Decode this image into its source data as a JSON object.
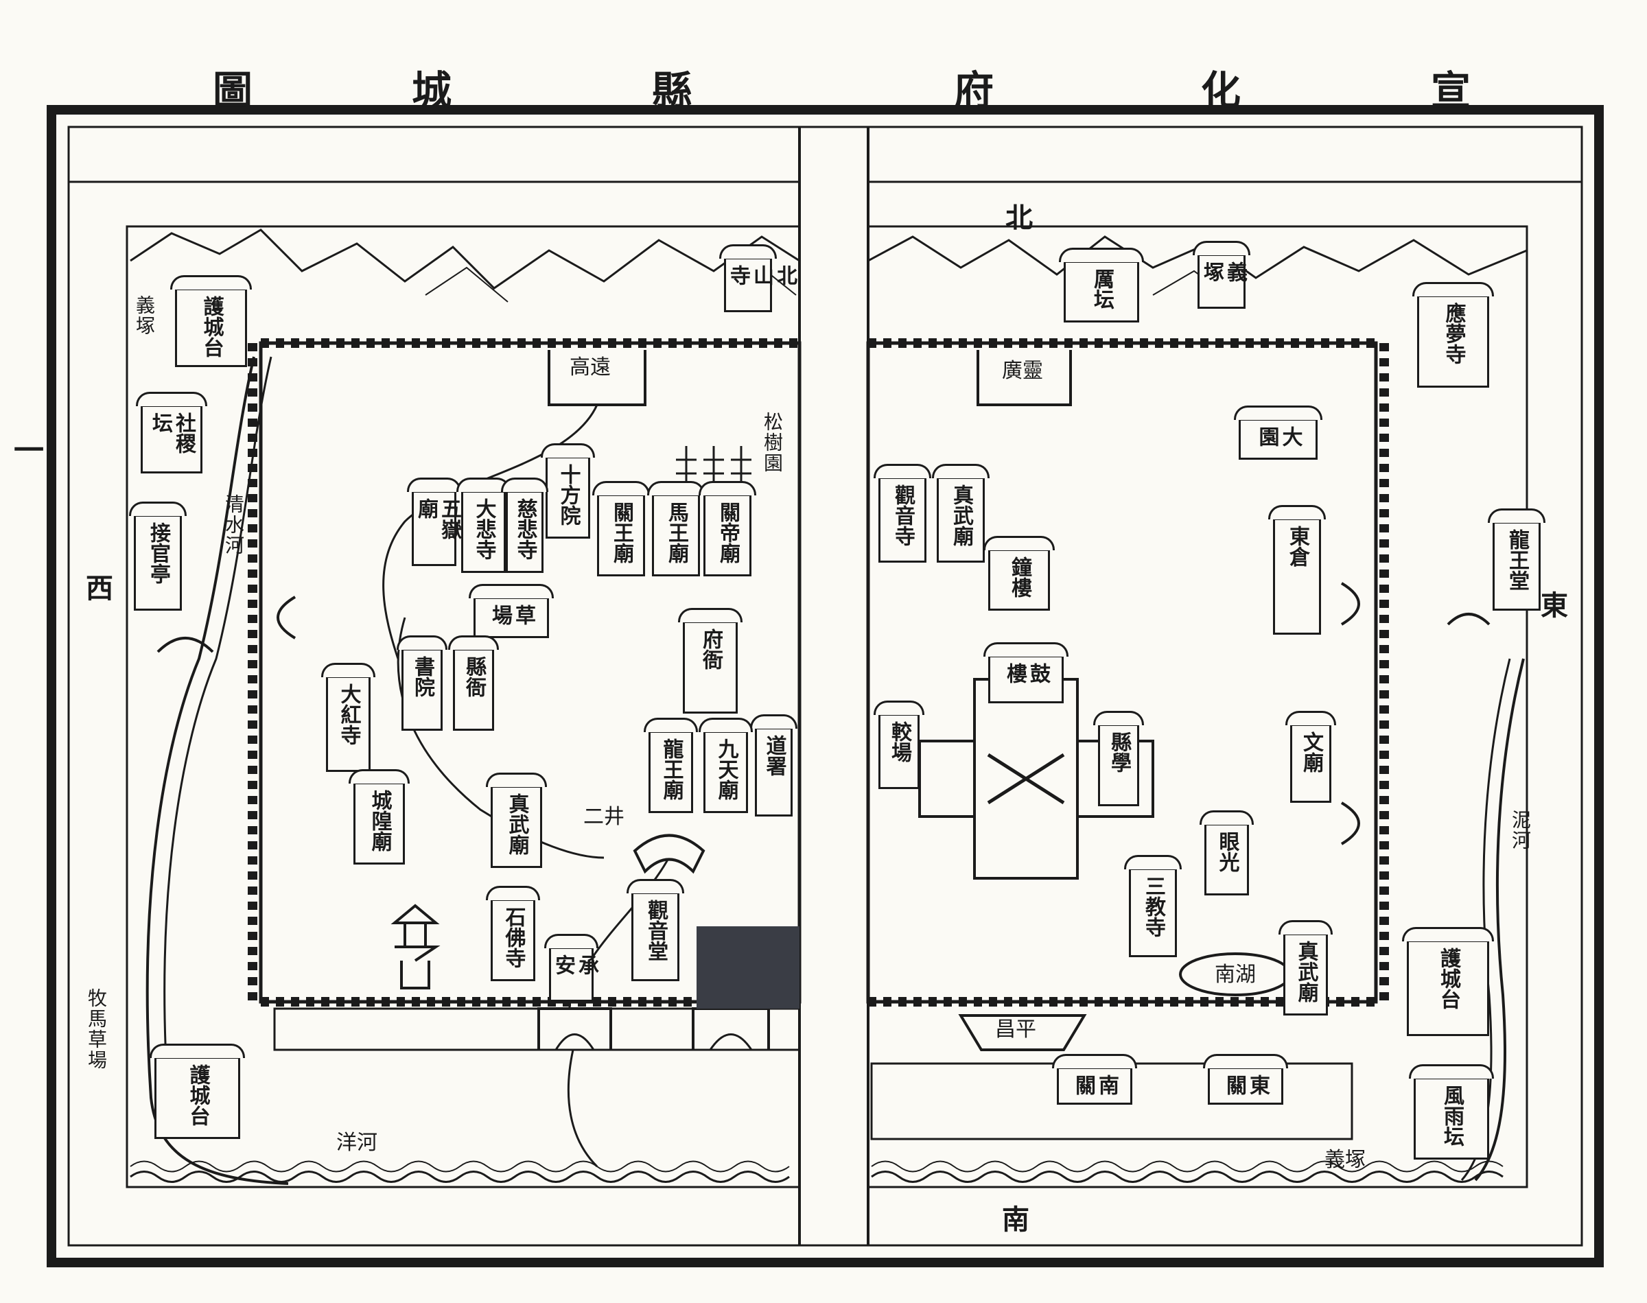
{
  "title": {
    "right_page": [
      "宣",
      "化",
      "府"
    ],
    "left_page": [
      "縣",
      "城",
      "圖"
    ]
  },
  "page_marker": "一",
  "compass": {
    "north": "北",
    "south": "南",
    "east": "東",
    "west": "西"
  },
  "labels": {
    "yizhong_nw": "義塚",
    "yizhong_se": "義塚",
    "yizhong_n": "義塚",
    "hucheng_nw": "護城台",
    "hucheng_sw": "護城台",
    "hucheng_se": "護城台",
    "qingshui_river": "清水河",
    "yang_river": "洋河",
    "ni_river": "泥河",
    "muma_field": "牧馬草場",
    "sheji": "社稷坛",
    "jieguan": "接官亭",
    "gaoyuan_gate": "高遠",
    "guangling_gate": "廣靈",
    "changping_gate": "昌平",
    "chengan_gate": "承安",
    "bei_shan_si": "北山寺",
    "li_tan": "厲坛",
    "ying_meng": "應夢寺",
    "long_wang_e": "龍王堂",
    "feng_yu": "風雨坛",
    "da_yuan": "大園",
    "guan_yin_n": "觀音寺",
    "zhen_wu_n": "真武廟",
    "song_shu_yuan": "松樹園",
    "shi_fang": "十方院",
    "guan_wang": "關王廟",
    "ma_wang": "馬王廟",
    "guan_di": "關帝廟",
    "wu_yue": "五嶽廟",
    "da_bei": "大悲寺",
    "cao_chang": "草場",
    "fu_ya": "府衙",
    "xian_ya": "縣衙",
    "shu_yuan": "書院",
    "zhen_wu_c": "真武廟",
    "cheng_huang": "城隍廟",
    "gu_lou": "鼓樓",
    "zhong_lou": "鐘樓",
    "nan_hu": "南湖",
    "san_jiao": "三教寺",
    "wen_miao": "文廟",
    "dong_cang": "東倉",
    "shi_fo": "石佛寺",
    "guan_yin_s": "觀音堂",
    "nan_guan": "南關",
    "dong_guan": "東關",
    "er_jing": "二井",
    "long_wang_c": "龍王廟",
    "jiu_tian": "九天廟",
    "dao_shu": "道署",
    "xian_xue": "縣學",
    "yan_hou": "眼光",
    "jiao_chang": "較場",
    "zhen_wu_se": "真武廟",
    "da_hong": "大紅寺",
    "ci_bei": "慈悲寺"
  },
  "colors": {
    "ink": "#1b1b1b",
    "paper": "#fbfaf5",
    "dark_patch": "#3a3d45"
  }
}
